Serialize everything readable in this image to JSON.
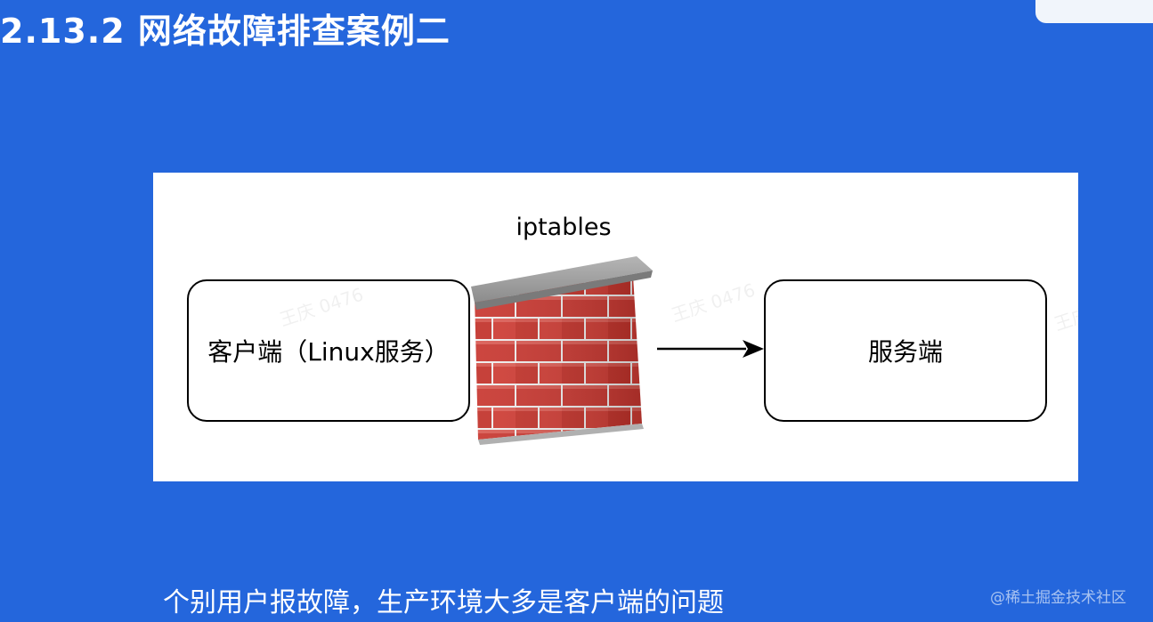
{
  "slide": {
    "title": "2.13.2 网络故障排查案例二",
    "caption": "个别用户报故障，生产环境大多是客户端的问题"
  },
  "diagram": {
    "client_label": "客户端（Linux服务）",
    "firewall_label": "iptables",
    "server_label": "服务端",
    "watermark_text": "王庆 0476"
  },
  "source_watermark": "@稀土掘金技术社区",
  "colors": {
    "background": "#2466dc",
    "brick": "#c8362f",
    "mortar": "#f2f2f2",
    "wall_cap": "#9e9e9e"
  }
}
